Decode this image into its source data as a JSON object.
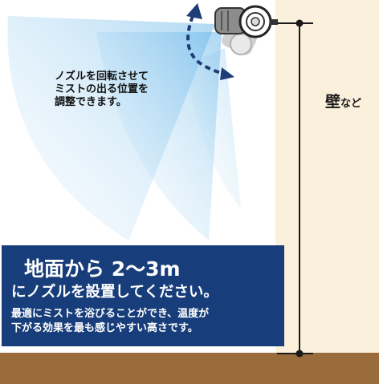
{
  "note": {
    "line1": "ノズルを回転させて",
    "line2": "ミストの出る位置を",
    "line3": "調整できます。"
  },
  "wall_label": {
    "main": "壁",
    "suffix": "など"
  },
  "panel": {
    "heading": "地面から 2～3m",
    "subheading": "にノズルを設置してください。",
    "body_line1": "最適にミストを浴びることができ、温度が",
    "body_line2": "下がる効果を最も感じやすい高さです。"
  },
  "colors": {
    "wall": "#fbf0dc",
    "ground": "#9a6b3b",
    "panel": "#173e7a",
    "mist": "#8ec8ee",
    "arrow": "#1f3e78"
  },
  "icons": [
    "mist-nozzle-icon",
    "rotate-arrow-icon"
  ]
}
